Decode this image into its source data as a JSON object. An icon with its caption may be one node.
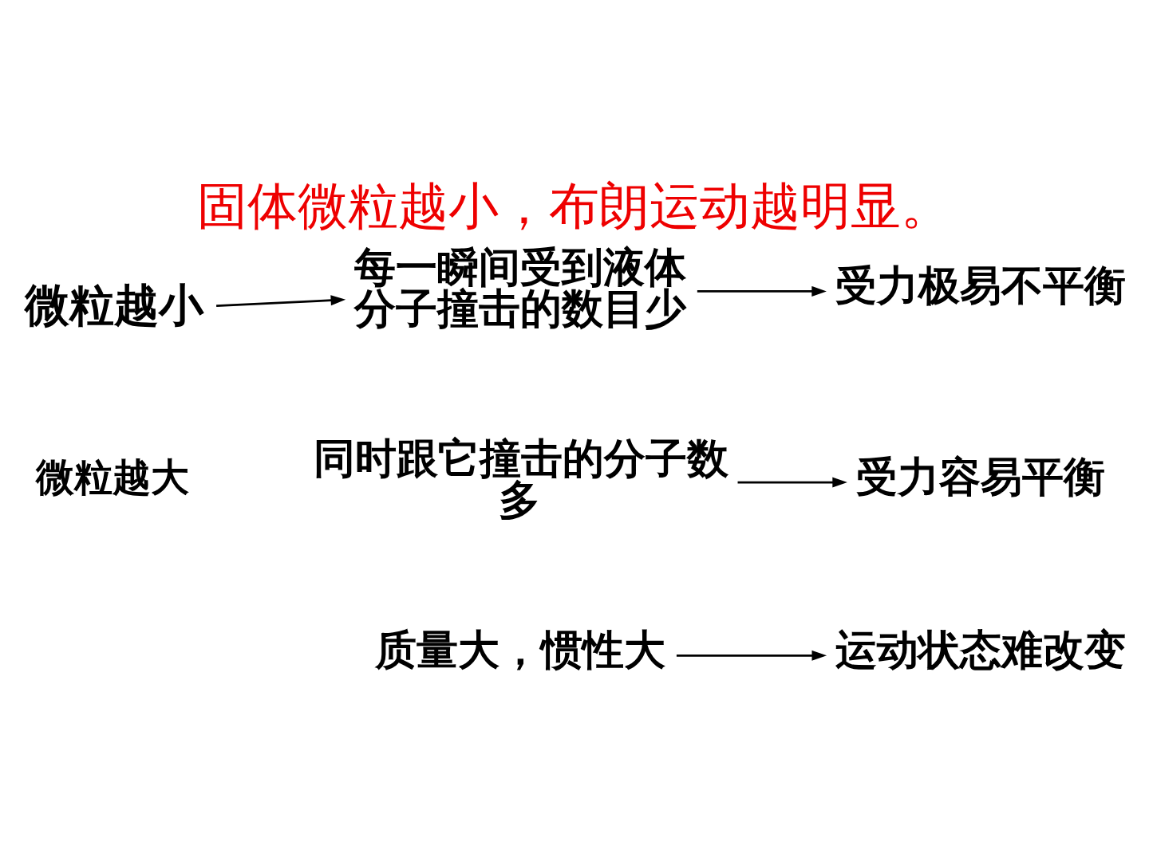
{
  "diagram": {
    "title": "固体微粒越小，布朗运动越明显。",
    "nodes": [
      {
        "text": [
          "微粒越小"
        ]
      },
      {
        "text": [
          "每一瞬间受到液体分子撞击的数目少"
        ]
      },
      {
        "text": [
          "受力极易不平衡"
        ]
      },
      {
        "text": [
          "微粒越大"
        ]
      },
      {
        "text": [
          "同时跟它撞击的分子数多"
        ]
      },
      {
        "text": [
          "受力容易平衡"
        ]
      },
      {
        "text": [
          "质量大，惯性大"
        ]
      },
      {
        "text": [
          "运动状态难改变"
        ]
      }
    ],
    "edges": [
      {
        "from": 0,
        "to": 1,
        "arrow": "to"
      },
      {
        "from": 1,
        "to": 2,
        "arrow": "to"
      },
      {
        "from": 4,
        "to": 5,
        "arrow": "to"
      },
      {
        "from": 6,
        "to": 7,
        "arrow": "to"
      }
    ]
  }
}
